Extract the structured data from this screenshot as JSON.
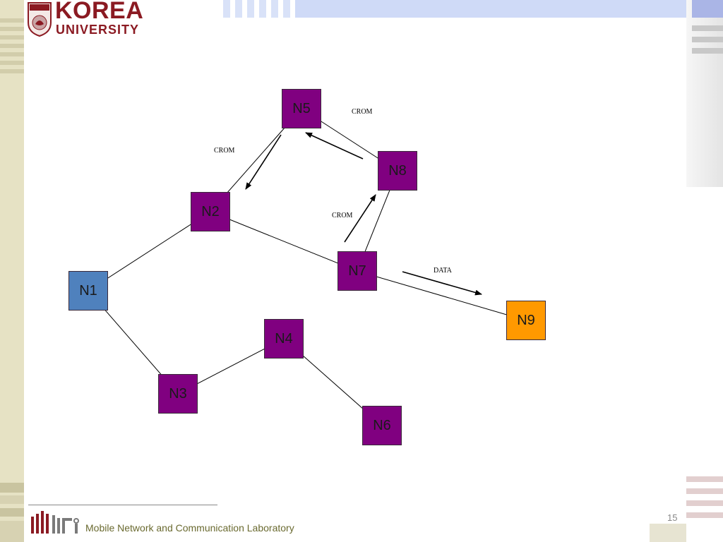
{
  "header": {
    "logo_line1": "KOREA",
    "logo_line2": "UNIVERSITY"
  },
  "diagram": {
    "nodes": [
      {
        "id": "N1",
        "label": "N1",
        "color": "#4f81bd"
      },
      {
        "id": "N2",
        "label": "N2",
        "color": "#800080"
      },
      {
        "id": "N3",
        "label": "N3",
        "color": "#800080"
      },
      {
        "id": "N4",
        "label": "N4",
        "color": "#800080"
      },
      {
        "id": "N5",
        "label": "N5",
        "color": "#800080"
      },
      {
        "id": "N6",
        "label": "N6",
        "color": "#800080"
      },
      {
        "id": "N7",
        "label": "N7",
        "color": "#800080"
      },
      {
        "id": "N8",
        "label": "N8",
        "color": "#800080"
      },
      {
        "id": "N9",
        "label": "N9",
        "color": "#ff9900"
      }
    ],
    "edges": [
      [
        "N1",
        "N2"
      ],
      [
        "N1",
        "N3"
      ],
      [
        "N3",
        "N4"
      ],
      [
        "N4",
        "N6"
      ],
      [
        "N2",
        "N5"
      ],
      [
        "N5",
        "N8"
      ],
      [
        "N8",
        "N7"
      ],
      [
        "N2",
        "N7"
      ],
      [
        "N7",
        "N9"
      ]
    ],
    "edge_labels": {
      "crom_n5_n8": "CROM",
      "crom_n5_n2": "CROM",
      "crom_n7_n8": "CROM",
      "data_n7_n9": "DATA"
    }
  },
  "footer": {
    "lab_name": "Mobile Network and Communication Laboratory",
    "page_number": "15"
  },
  "colors": {
    "brand": "#8b1a22",
    "node_purple": "#800080",
    "node_blue": "#4f81bd",
    "node_orange": "#ff9900",
    "left_stripe": "#e6e2c4"
  }
}
